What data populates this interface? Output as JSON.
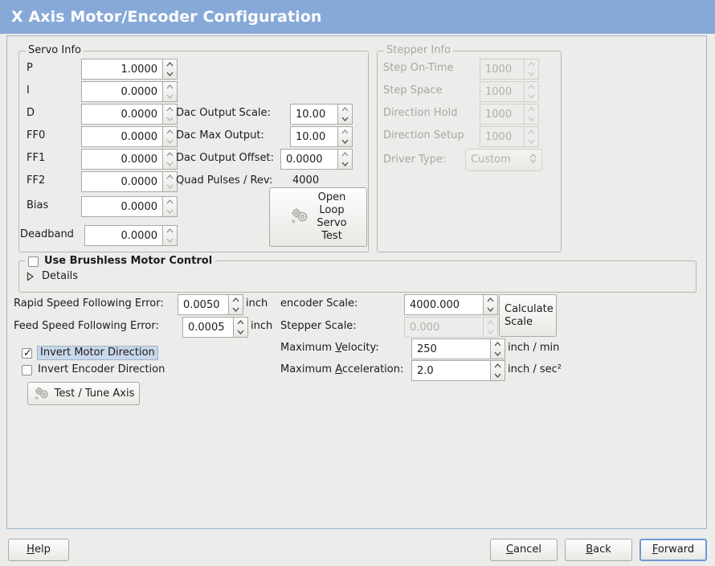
{
  "window": {
    "title": "X Axis Motor/Encoder Configuration",
    "header_color": "#87a9d8",
    "panel_border_color": "#9eb6d6",
    "focus_color": "#6f9ad3"
  },
  "servo_info": {
    "legend": "Servo Info",
    "rows": [
      {
        "label": "P",
        "value": "1.0000"
      },
      {
        "label": "I",
        "value": "0.0000"
      },
      {
        "label": "D",
        "value": "0.0000"
      },
      {
        "label": "FF0",
        "value": "0.0000"
      },
      {
        "label": "FF1",
        "value": "0.0000"
      },
      {
        "label": "FF2",
        "value": "0.0000"
      },
      {
        "label": "Bias",
        "value": "0.0000"
      },
      {
        "label": "Deadband",
        "value": "0.0000"
      }
    ],
    "dac": [
      {
        "label": "Dac Output Scale:",
        "value": "10.00"
      },
      {
        "label": "Dac Max Output:",
        "value": "10.00"
      },
      {
        "label": "Dac Output Offset:",
        "value": "0.0000"
      }
    ],
    "quad_pulses_label": "Quad Pulses / Rev:",
    "quad_pulses_value": "4000",
    "open_loop_button": "Open\nLoop\nServo\nTest"
  },
  "stepper_info": {
    "legend": "Stepper Info",
    "enabled": false,
    "rows": [
      {
        "label": "Step On-Time",
        "value": "1000"
      },
      {
        "label": "Step Space",
        "value": "1000"
      },
      {
        "label": "Direction Hold",
        "value": "1000"
      },
      {
        "label": "Direction Setup",
        "value": "1000"
      }
    ],
    "driver_type_label": "Driver Type:",
    "driver_type_value": "Custom"
  },
  "brushless": {
    "checkbox_label": "Use Brushless Motor Control",
    "checked": false,
    "details_label": "Details",
    "details_expanded": false
  },
  "errors": {
    "rapid_label": "Rapid Speed Following Error:",
    "rapid_value": "0.0050",
    "rapid_unit": "inch",
    "feed_label": "Feed Speed Following Error:",
    "feed_value": "0.0005",
    "feed_unit": "inch"
  },
  "direction": {
    "invert_motor_label": "Invert Motor Direction",
    "invert_motor_checked": true,
    "invert_motor_focused": true,
    "invert_encoder_label": "Invert Encoder Direction",
    "invert_encoder_checked": false,
    "test_tune_button": "Test / Tune Axis"
  },
  "scales": {
    "encoder_scale_label": "encoder Scale:",
    "encoder_scale_value": "4000.000",
    "stepper_scale_label": "Stepper Scale:",
    "stepper_scale_value": "0.000",
    "stepper_scale_enabled": false,
    "calculate_button": "Calculate\nScale",
    "max_velocity_label_pre": "Maximum ",
    "max_velocity_label_key": "V",
    "max_velocity_label_post": "elocity:",
    "max_velocity_value": "250",
    "max_velocity_unit": "inch / min",
    "max_accel_label_pre": "Maximum ",
    "max_accel_label_key": "A",
    "max_accel_label_post": "cceleration:",
    "max_accel_value": "2.0",
    "max_accel_unit": "inch / sec²"
  },
  "footer": {
    "help_pre": "",
    "help_key": "H",
    "help_post": "elp",
    "cancel_pre": "",
    "cancel_key": "C",
    "cancel_post": "ancel",
    "back_pre": "",
    "back_key": "B",
    "back_post": "ack",
    "forward_pre": "",
    "forward_key": "F",
    "forward_post": "orward",
    "forward_focused": true
  },
  "icons": {
    "gear": "gear-icon",
    "triangle": "disclosure-triangle-icon",
    "spin_up": "chevron-up-icon",
    "spin_down": "chevron-down-icon",
    "check": "✓"
  }
}
